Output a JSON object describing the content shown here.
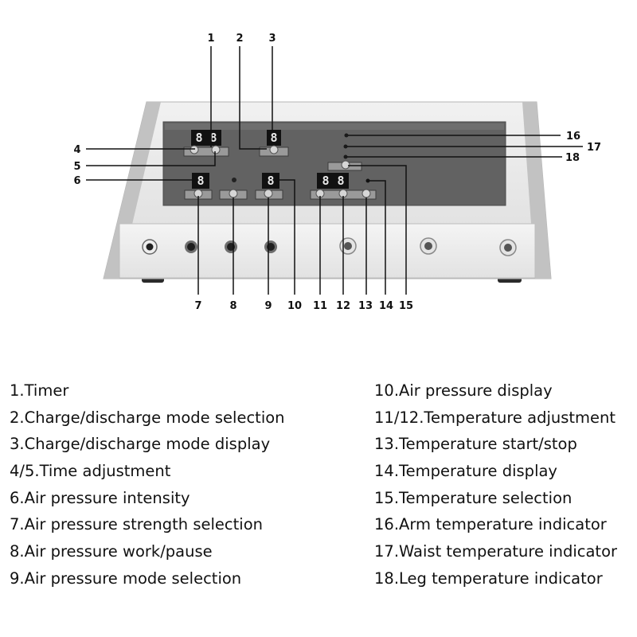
{
  "callout_numbers": [
    "1",
    "2",
    "3",
    "4",
    "5",
    "6",
    "7",
    "8",
    "9",
    "10",
    "11",
    "12",
    "13",
    "14",
    "15",
    "16",
    "17",
    "18"
  ],
  "display_digit": "8",
  "colors": {
    "panel": "#626262",
    "body": "#ececec",
    "side": "#c2c2c2",
    "port": "#1f1f1f",
    "line": "#111111"
  },
  "legend_left": [
    "1.Timer",
    "2.Charge/discharge mode selection",
    "3.Charge/discharge mode display",
    "4/5.Time adjustment",
    "6.Air pressure intensity",
    "7.Air pressure strength selection",
    "8.Air pressure work/pause",
    "9.Air pressure mode selection"
  ],
  "legend_right": [
    "10.Air pressure display",
    "11/12.Temperature adjustment",
    "13.Temperature start/stop",
    "14.Temperature display",
    "15.Temperature selection",
    "16.Arm temperature indicator",
    "17.Waist temperature indicator",
    "18.Leg temperature indicator"
  ]
}
